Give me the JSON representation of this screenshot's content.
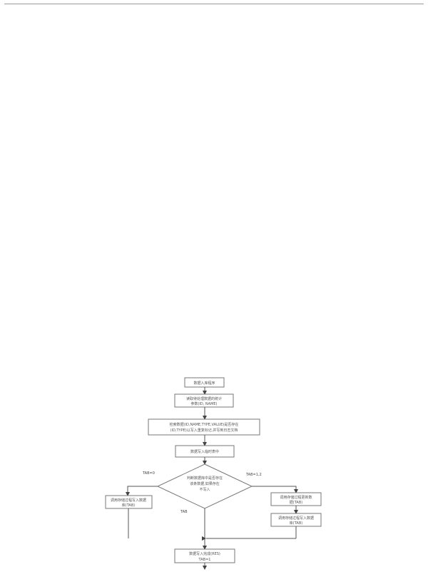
{
  "page": {
    "header_rule": true
  },
  "flowchart": {
    "nodes": {
      "start": {
        "line1": "数据入库程序"
      },
      "step1": {
        "line1": "读取待处理数据的统计",
        "line2": "参数(ID, NAME)"
      },
      "step2": {
        "line1": "检索数据(ID,NAME,TYPE,VALUE)是否存在",
        "line2": "(ID,TYPE)以写入重复标记,并写到日志文档"
      },
      "step3": {
        "line1": "数据写入临时表中"
      },
      "decision": {
        "line1": "判断数据库中是否存在",
        "line2": "该条数据,如果存在",
        "line3": "不写入"
      },
      "left_box": {
        "line1": "调用存储过程写入数据",
        "line2": "库(TAB)"
      },
      "right_box1": {
        "line1": "调用存储过程更新数",
        "line2": "据(TAB)"
      },
      "right_box2": {
        "line1": "调用存储过程写入数据",
        "line2": "库(TAB)"
      },
      "end_box": {
        "line1": "数据写入完成(RES)",
        "line2": "TAB=1"
      }
    },
    "edge_labels": {
      "left": "TAB=0",
      "right": "TAB=1,2",
      "down": "TAB"
    }
  }
}
